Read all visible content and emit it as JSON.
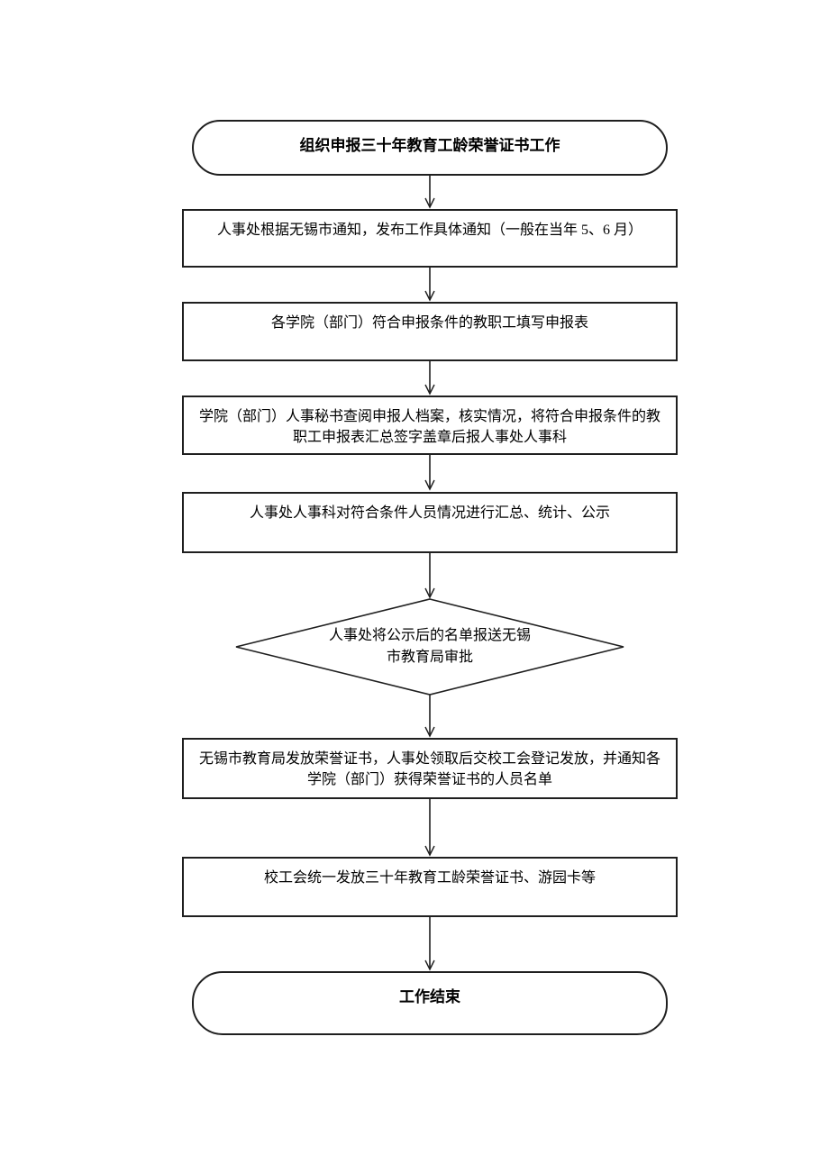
{
  "flowchart": {
    "colors": {
      "line": "#1f1f1f",
      "background": "#ffffff",
      "text": "#000000"
    },
    "nodes": [
      {
        "id": "start",
        "type": "terminator",
        "lines": [
          "组织申报三十年教育工龄荣誉证书工作"
        ]
      },
      {
        "id": "step1",
        "type": "process",
        "lines": [
          "人事处根据无锡市通知，发布工作具体通知（一般在当年 5、6 月）"
        ]
      },
      {
        "id": "step2",
        "type": "process",
        "lines": [
          "各学院（部门）符合申报条件的教职工填写申报表"
        ]
      },
      {
        "id": "step3",
        "type": "process",
        "lines": [
          "学院（部门）人事秘书查阅申报人档案，核实情况，将符合申报条件的教",
          "职工申报表汇总签字盖章后报人事处人事科"
        ]
      },
      {
        "id": "step4",
        "type": "process",
        "lines": [
          "人事处人事科对符合条件人员情况进行汇总、统计、公示"
        ]
      },
      {
        "id": "decision",
        "type": "decision",
        "lines": [
          "人事处将公示后的名单报送无锡",
          "市教育局审批"
        ]
      },
      {
        "id": "step6",
        "type": "process",
        "lines": [
          "无锡市教育局发放荣誉证书，人事处领取后交校工会登记发放，并通知各",
          "学院（部门）获得荣誉证书的人员名单"
        ]
      },
      {
        "id": "step7",
        "type": "process",
        "lines": [
          "校工会统一发放三十年教育工龄荣誉证书、游园卡等"
        ]
      },
      {
        "id": "end",
        "type": "terminator",
        "lines": [
          "工作结束"
        ]
      }
    ],
    "edges": [
      {
        "from": "start",
        "to": "step1"
      },
      {
        "from": "step1",
        "to": "step2"
      },
      {
        "from": "step2",
        "to": "step3"
      },
      {
        "from": "step3",
        "to": "step4"
      },
      {
        "from": "step4",
        "to": "decision"
      },
      {
        "from": "decision",
        "to": "step6"
      },
      {
        "from": "step6",
        "to": "step7"
      },
      {
        "from": "step7",
        "to": "end"
      }
    ]
  }
}
